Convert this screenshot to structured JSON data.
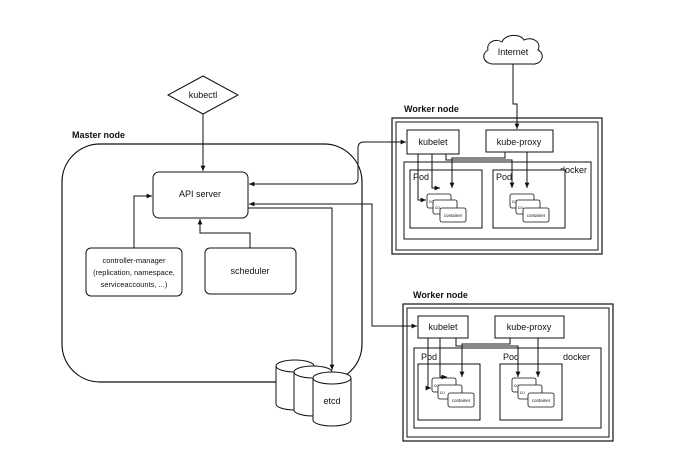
{
  "master": {
    "title": "Master node",
    "api_server": "API server",
    "kubectl": "kubectl",
    "scheduler": "scheduler",
    "controller_manager": {
      "line1": "controller-manager",
      "line2": "(replication, namespace,",
      "line3": "serviceaccounts, ...)"
    },
    "etcd": "etcd"
  },
  "internet": "Internet",
  "workers": [
    {
      "title": "Worker node",
      "kubelet": "kubelet",
      "kube_proxy": "kube-proxy",
      "docker": "docker",
      "pods": [
        {
          "label": "Pod",
          "containers": [
            "co",
            "co",
            "container"
          ]
        },
        {
          "label": "Pod",
          "containers": [
            "co",
            "co",
            "container"
          ]
        }
      ]
    },
    {
      "title": "Worker node",
      "kubelet": "kubelet",
      "kube_proxy": "kube-proxy",
      "docker": "docker",
      "pods": [
        {
          "label": "Pod",
          "containers": [
            "co",
            "co",
            "container"
          ]
        },
        {
          "label": "Pod",
          "containers": [
            "co",
            "co",
            "container"
          ]
        }
      ]
    }
  ]
}
